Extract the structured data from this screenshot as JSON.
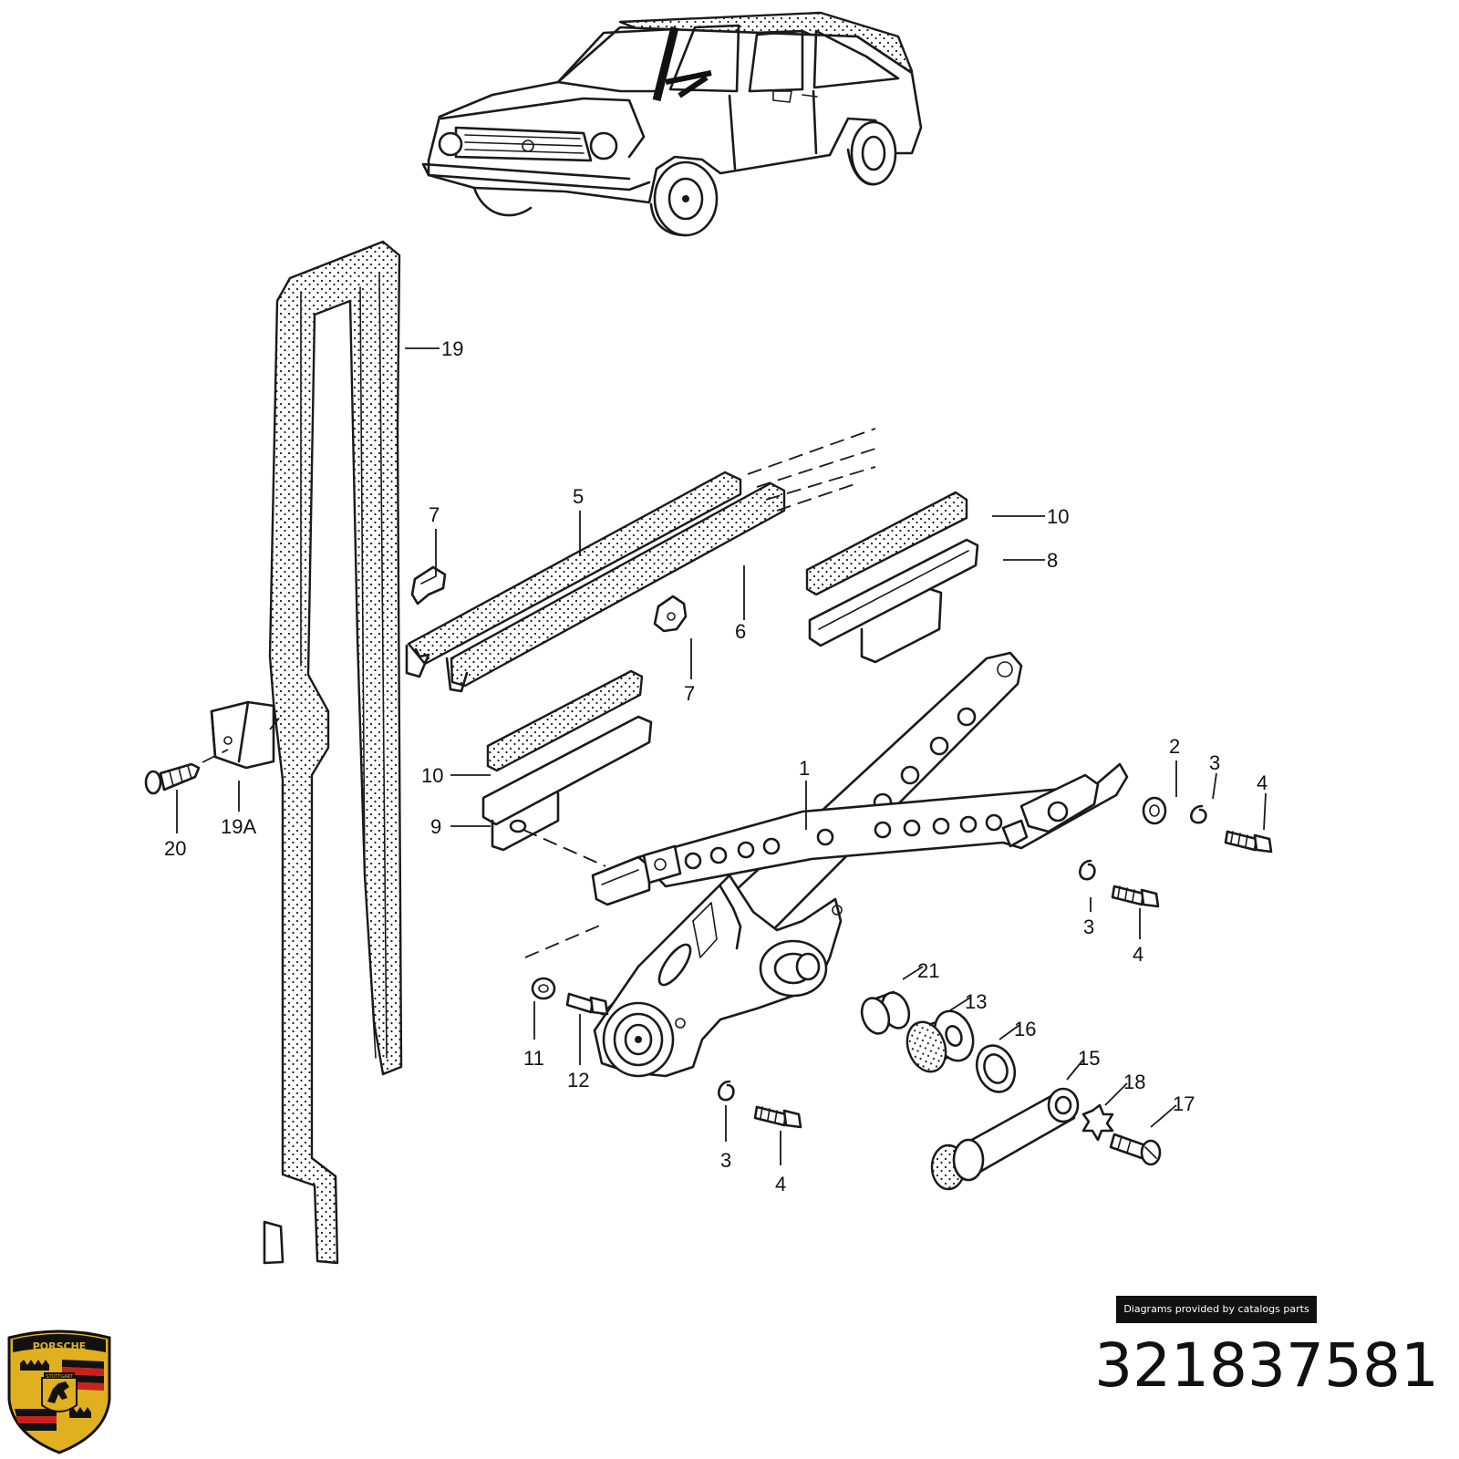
{
  "callouts": {
    "c1": "1",
    "c2": "2",
    "c3a": "3",
    "c3b": "3",
    "c3c": "3",
    "c4a": "4",
    "c4b": "4",
    "c4c": "4",
    "c5": "5",
    "c6": "6",
    "c7a": "7",
    "c7b": "7",
    "c8": "8",
    "c9": "9",
    "c10a": "10",
    "c10b": "10",
    "c11": "11",
    "c12": "12",
    "c13": "13",
    "c15": "15",
    "c16": "16",
    "c17": "17",
    "c18": "18",
    "c19": "19",
    "c19a": "19A",
    "c20": "20",
    "c21": "21"
  },
  "credit_label": "Diagrams provided by catalogs parts",
  "part_number": "321837581",
  "logo": {
    "wordmark": "PORSCHE",
    "city": "STUTTGART",
    "colors": {
      "gold": "#e0b020",
      "red": "#c8221e",
      "black": "#111111"
    }
  },
  "colors": {
    "ink": "#1a1a1a",
    "background": "#ffffff"
  }
}
